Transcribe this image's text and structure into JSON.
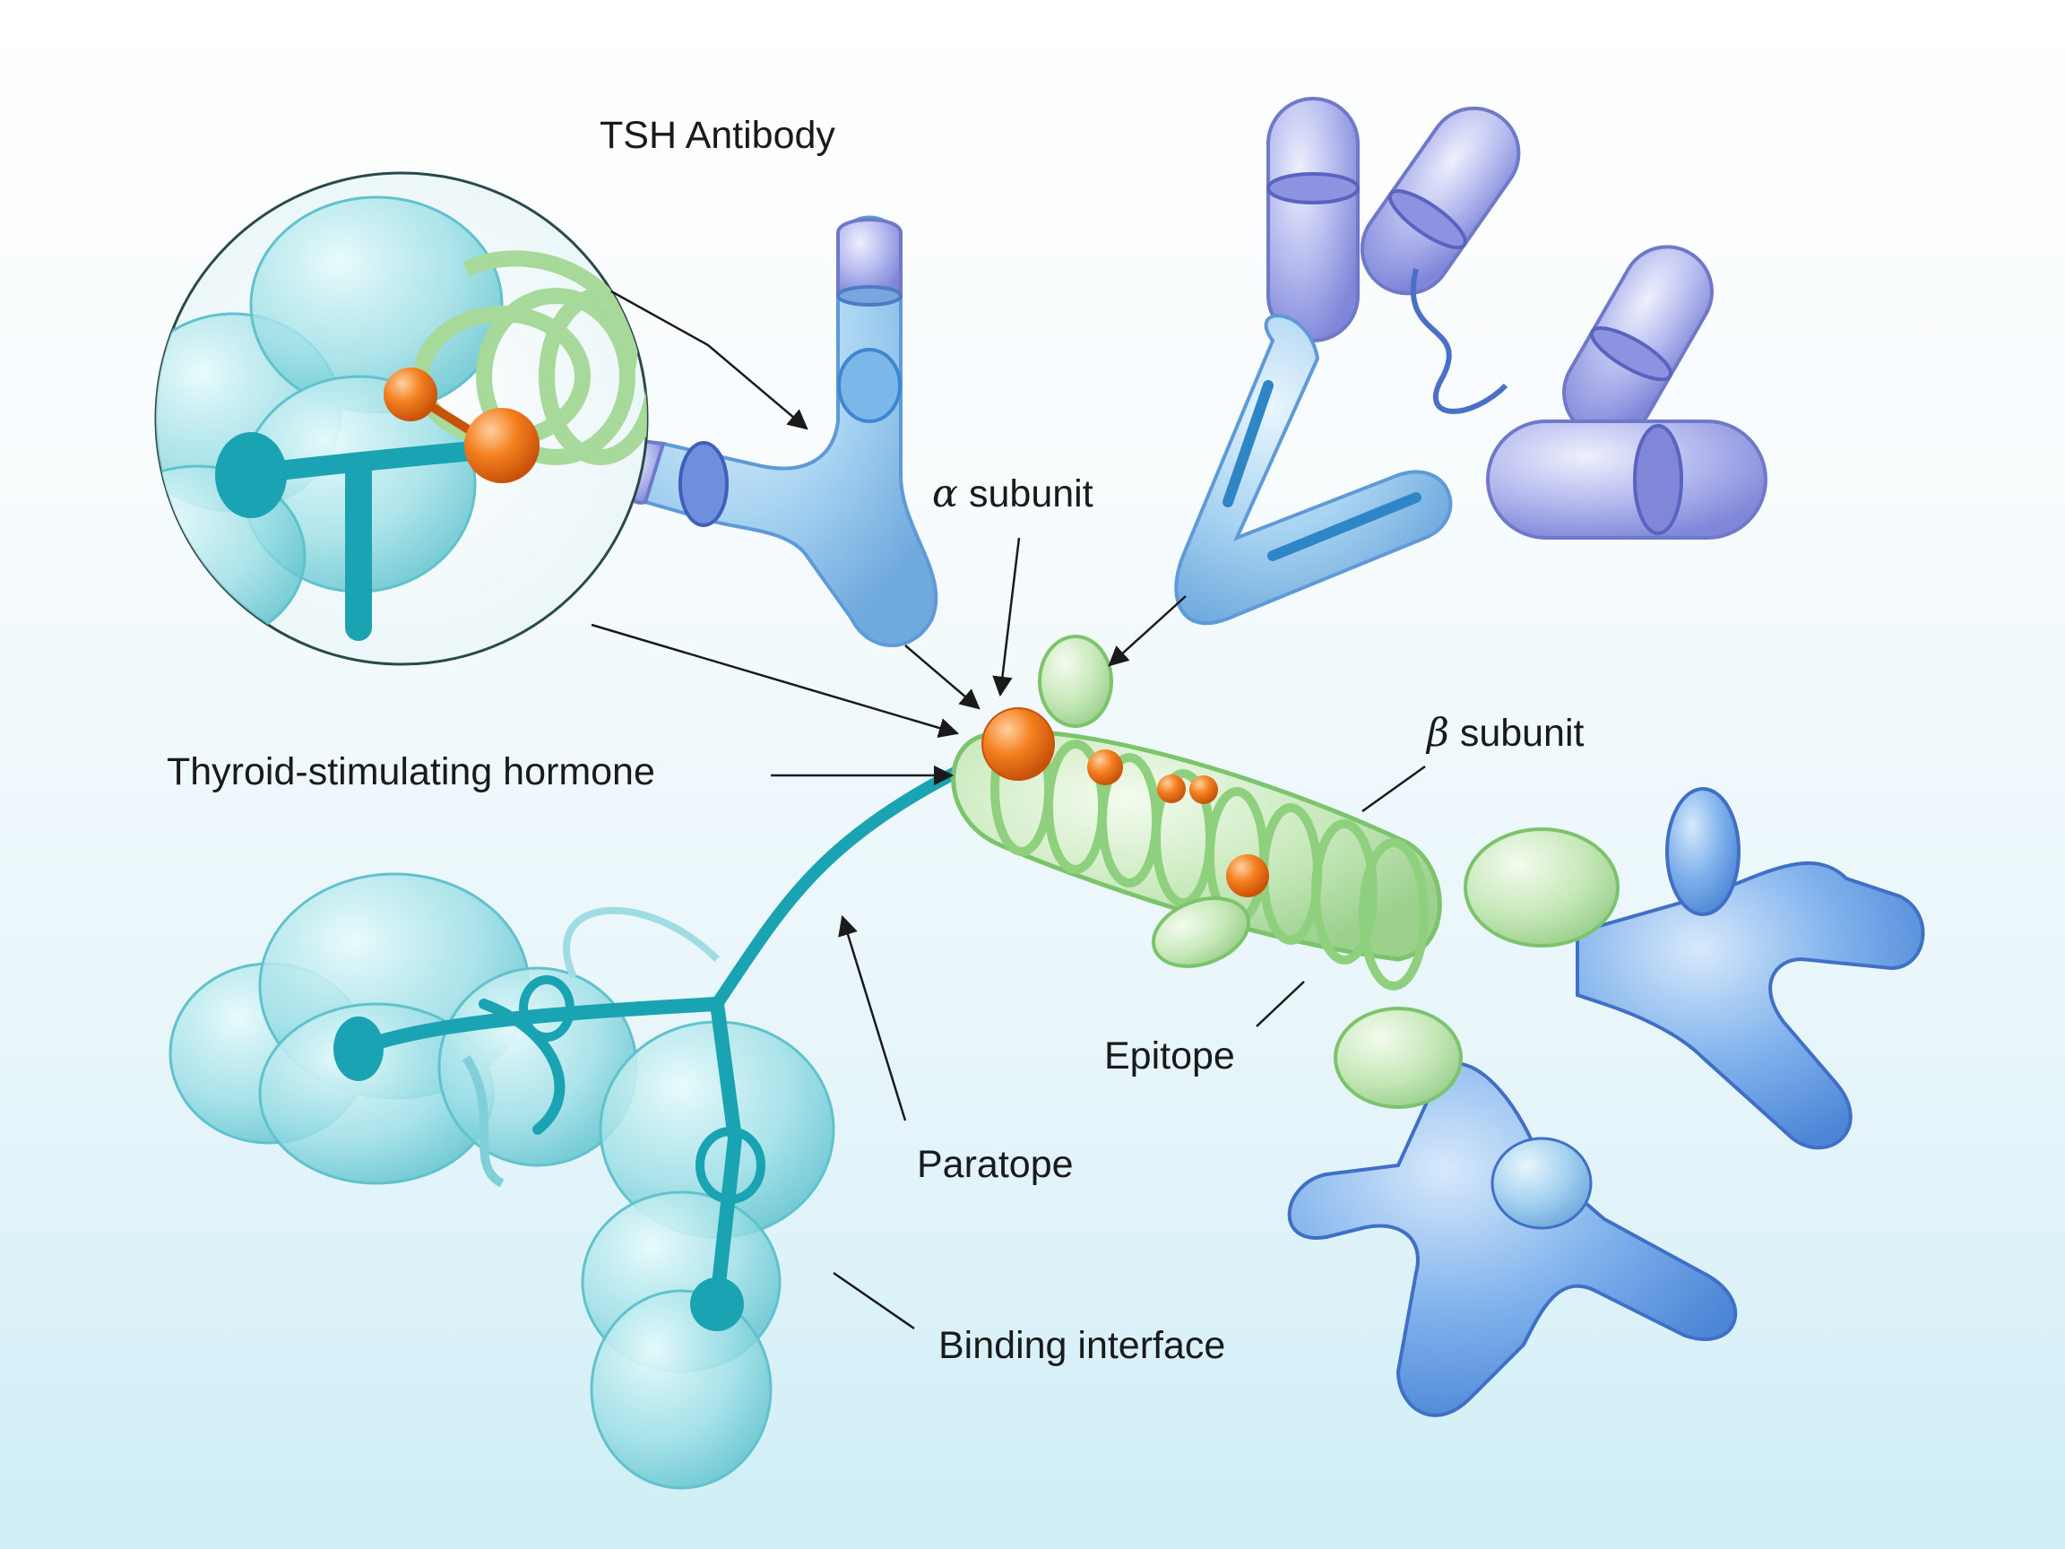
{
  "labels": {
    "tsh_antibody": "TSH Antibody",
    "alpha_symbol": "α",
    "alpha_text": "subunit",
    "beta_symbol": "β",
    "beta_text": "subunit",
    "thyroid_hormone": "Thyroid-stimulating hormone",
    "epitope": "Epitope",
    "paratope": "Paratope",
    "binding_interface": "Binding interface"
  },
  "colors": {
    "antibody_blue": "#8fc6ef",
    "antibody_violet": "#a9aee6",
    "hormone_green": "#bfe6b4",
    "cyan_globule": "#9fdde3",
    "cyan_chain": "#1aa3b3",
    "orange_atom": "#f07a1a",
    "arrow": "#1a1a1a"
  }
}
